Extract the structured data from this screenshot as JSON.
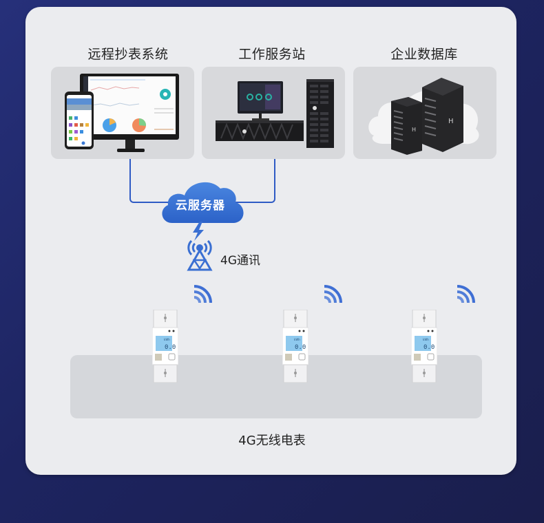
{
  "diagram": {
    "top_nodes": [
      {
        "id": "remote-meter-reading-system",
        "label": "远程抄表系统",
        "icon": "monitor-phone-dashboard-icon"
      },
      {
        "id": "work-service-station",
        "label": "工作服务站",
        "icon": "workstation-server-icon"
      },
      {
        "id": "enterprise-database",
        "label": "企业数据库",
        "icon": "server-racks-icon"
      }
    ],
    "cloud_server": {
      "label": "云服务器",
      "icon": "cloud-icon"
    },
    "communication": {
      "label": "4G通讯",
      "icon": "cell-tower-icon",
      "bolt_icon": "lightning-bolt-icon"
    },
    "meters": {
      "label": "4G无线电表",
      "items": [
        {
          "id": "meter-1",
          "display_value": "0.0",
          "display_unit": "kWh",
          "signal_icon": "wireless-signal-icon"
        },
        {
          "id": "meter-2",
          "display_value": "0.0",
          "display_unit": "kWh",
          "signal_icon": "wireless-signal-icon"
        },
        {
          "id": "meter-3",
          "display_value": "0.0",
          "display_unit": "kWh",
          "signal_icon": "wireless-signal-icon"
        }
      ]
    },
    "colors": {
      "background": "#1f2563",
      "panel": "#ebecef",
      "card": "#d8d9dc",
      "accent_blue": "#2e5ac4",
      "cloud_blue": "#3a74d6",
      "text": "#222222"
    }
  }
}
